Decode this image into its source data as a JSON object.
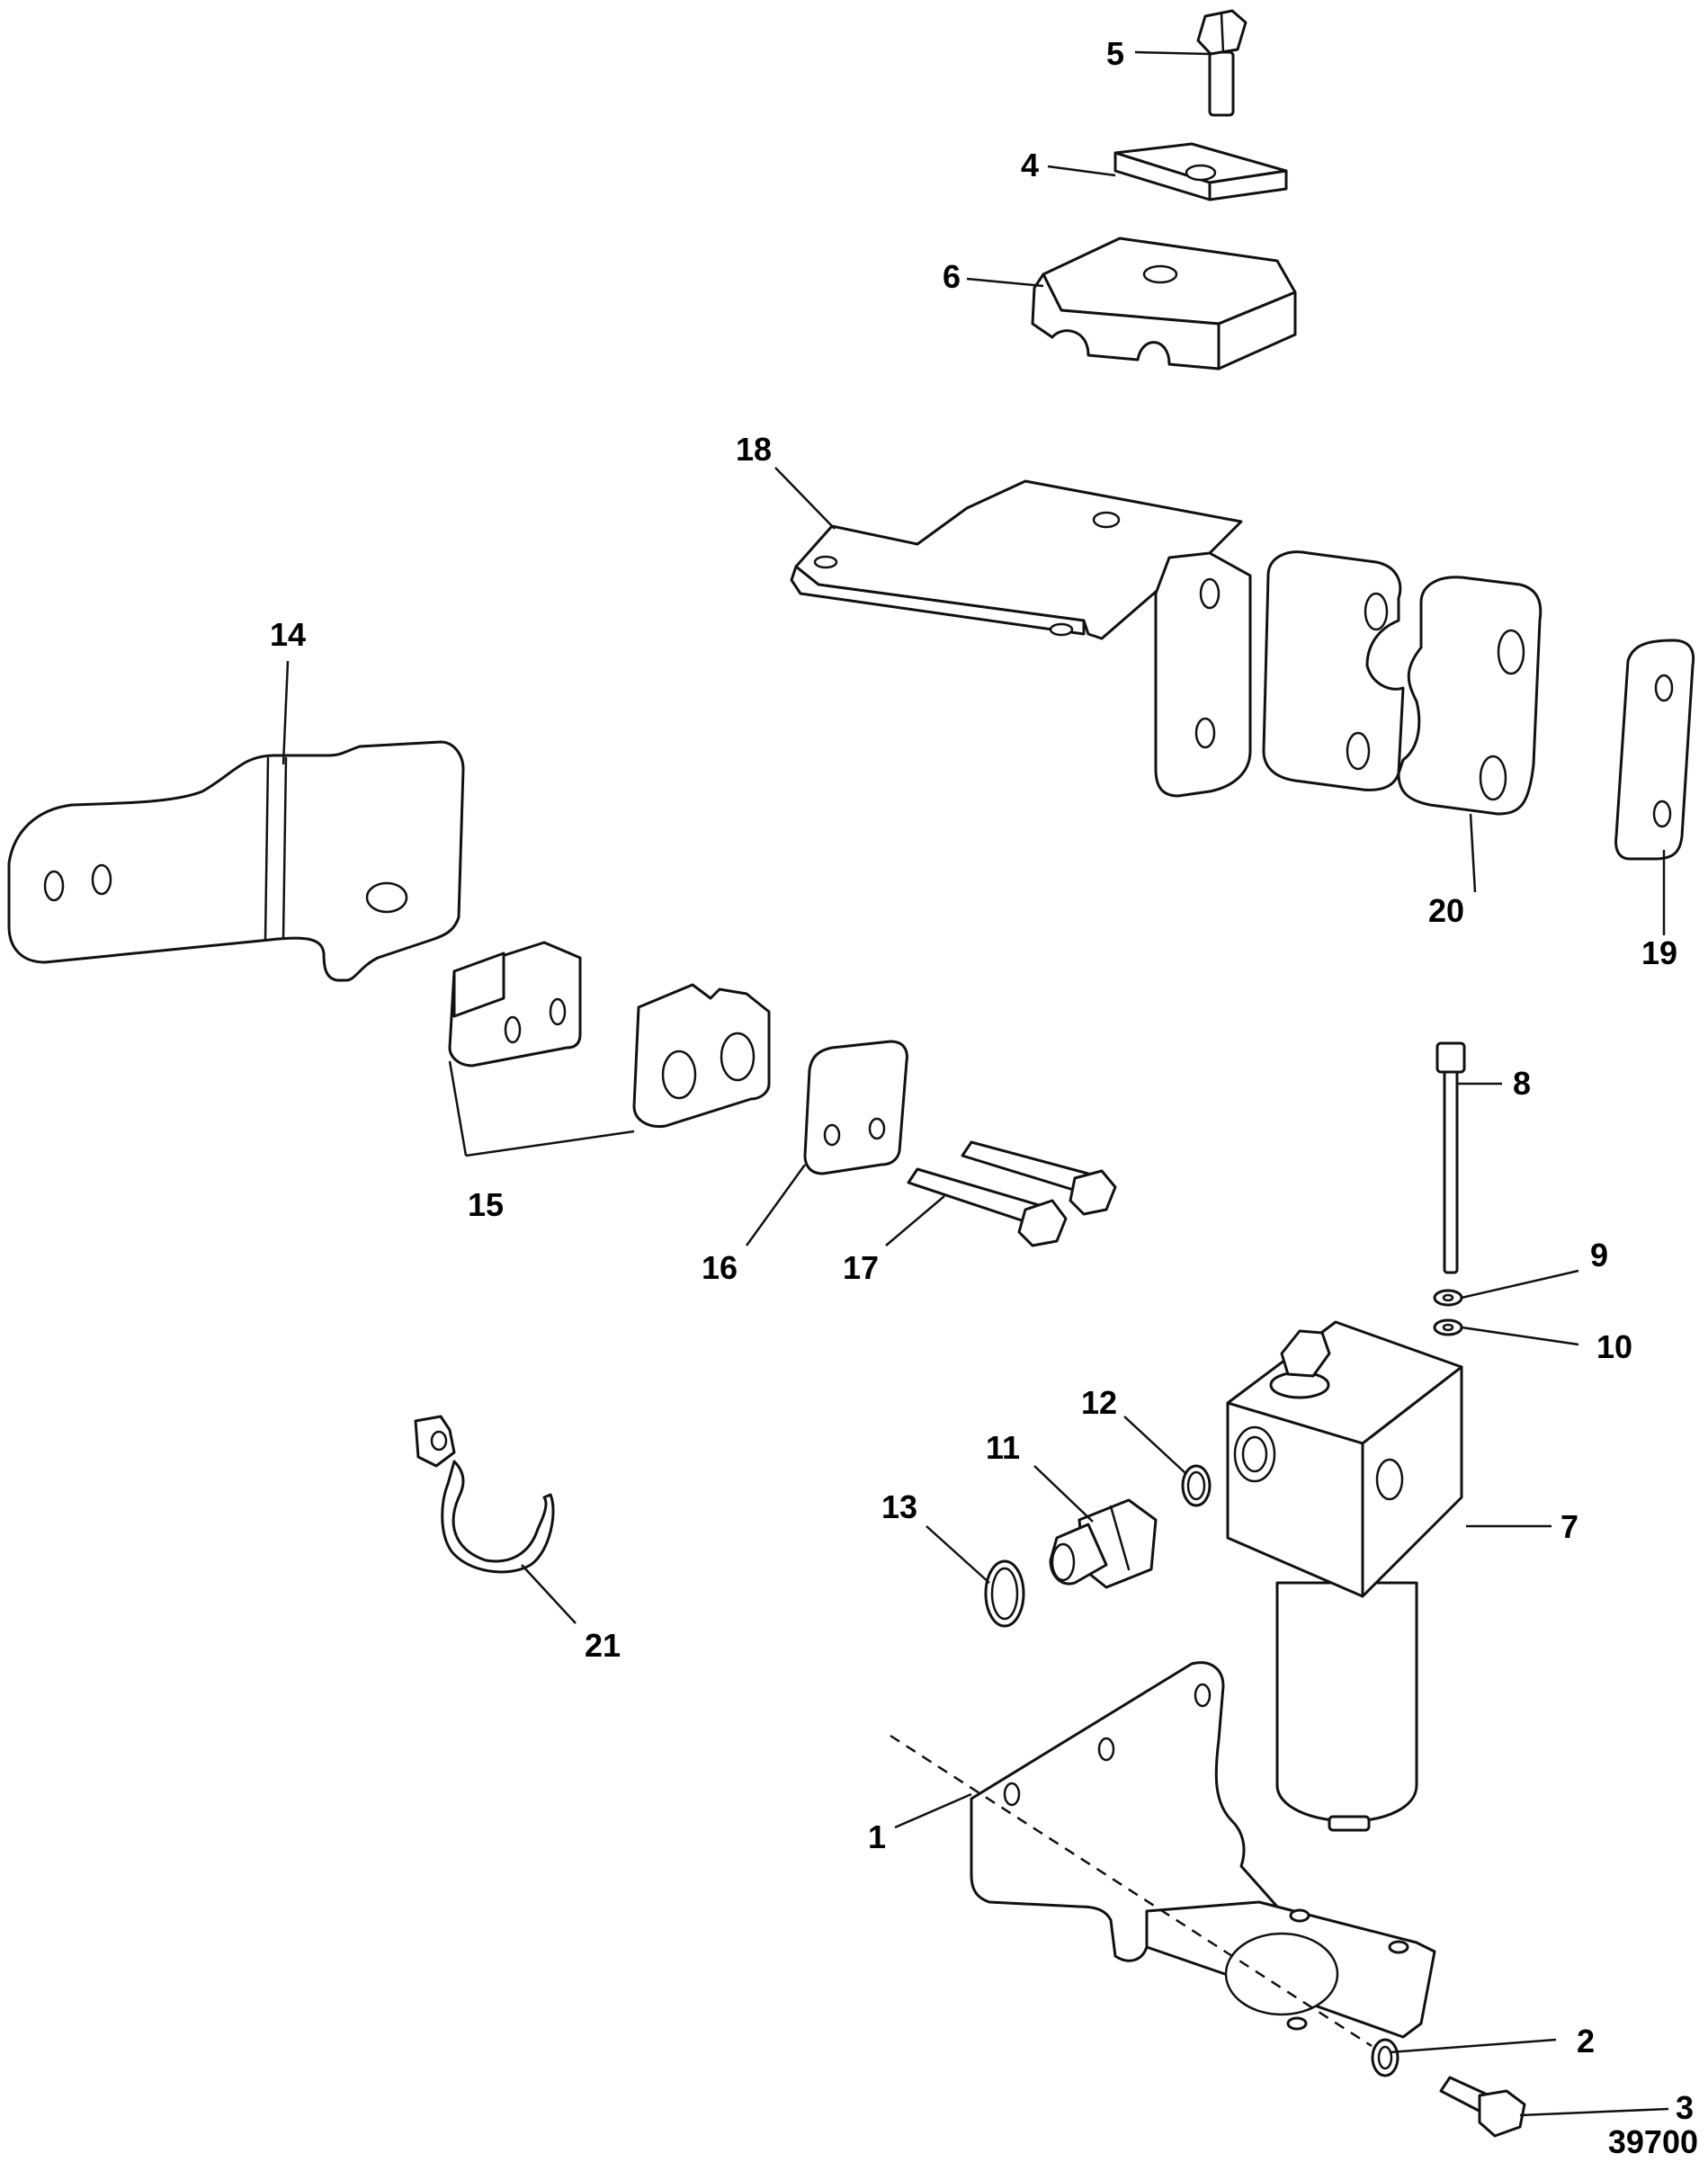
{
  "figure_number": "39700",
  "callouts": [
    "1",
    "2",
    "3",
    "4",
    "5",
    "6",
    "7",
    "8",
    "9",
    "10",
    "11",
    "12",
    "13",
    "14",
    "15",
    "16",
    "17",
    "18",
    "19",
    "20",
    "21"
  ],
  "colors": {
    "line": "#111111",
    "background": "#ffffff"
  }
}
